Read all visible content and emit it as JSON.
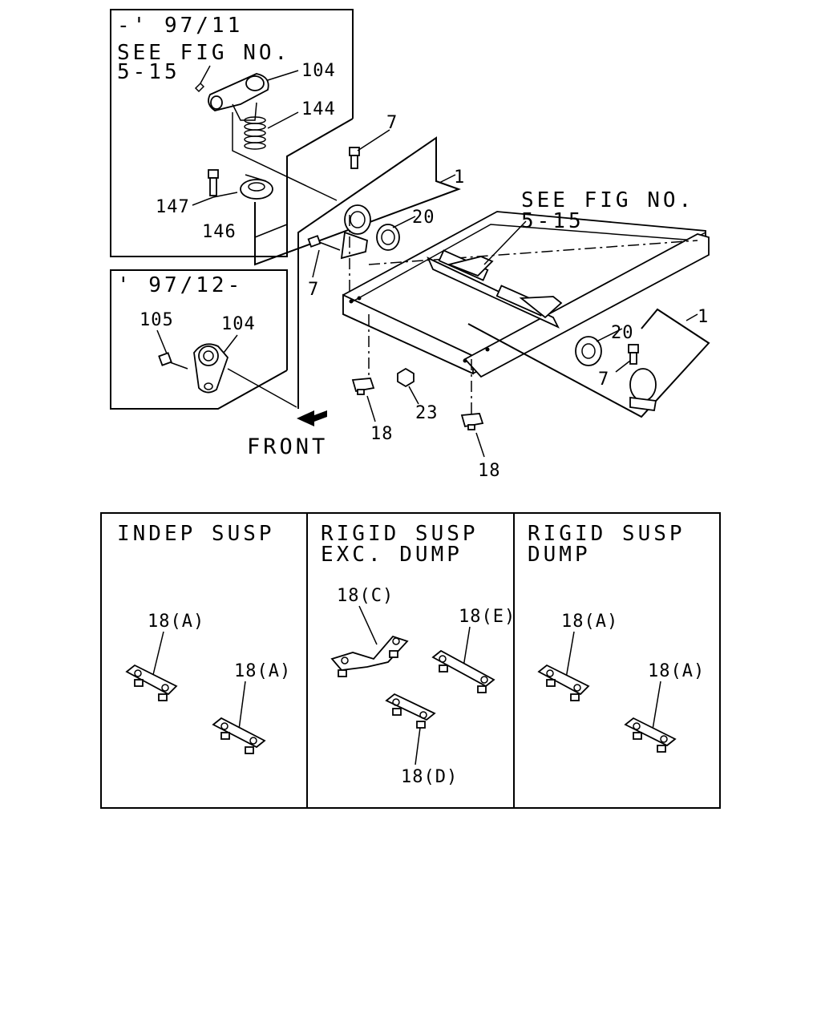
{
  "inset_top": {
    "date": "-' 97/11",
    "see_line1": "SEE FIG NO.",
    "see_line2": "5-15",
    "parts": {
      "p104": "104",
      "p144": "144",
      "p147": "147",
      "p146": "146"
    }
  },
  "inset_bottom": {
    "date": "' 97/12-",
    "parts": {
      "p105": "105",
      "p104": "104"
    }
  },
  "main": {
    "see_line1": "SEE FIG NO.",
    "see_line2": "5-15",
    "front": "FRONT",
    "parts": {
      "p7a": "7",
      "p1a": "1",
      "p20a": "20",
      "p7b": "7",
      "p20b": "20",
      "p1b": "1",
      "p7c": "7",
      "p23": "23",
      "p18a": "18",
      "p18b": "18"
    }
  },
  "variants": [
    {
      "title1": "INDEP SUSP",
      "title2": "",
      "labels": [
        "18(A)",
        "18(A)"
      ]
    },
    {
      "title1": "RIGID SUSP",
      "title2": "EXC. DUMP",
      "labels": [
        "18(C)",
        "18(E)",
        "18(D)"
      ]
    },
    {
      "title1": "RIGID SUSP",
      "title2": "DUMP",
      "labels": [
        "18(A)",
        "18(A)"
      ]
    }
  ]
}
